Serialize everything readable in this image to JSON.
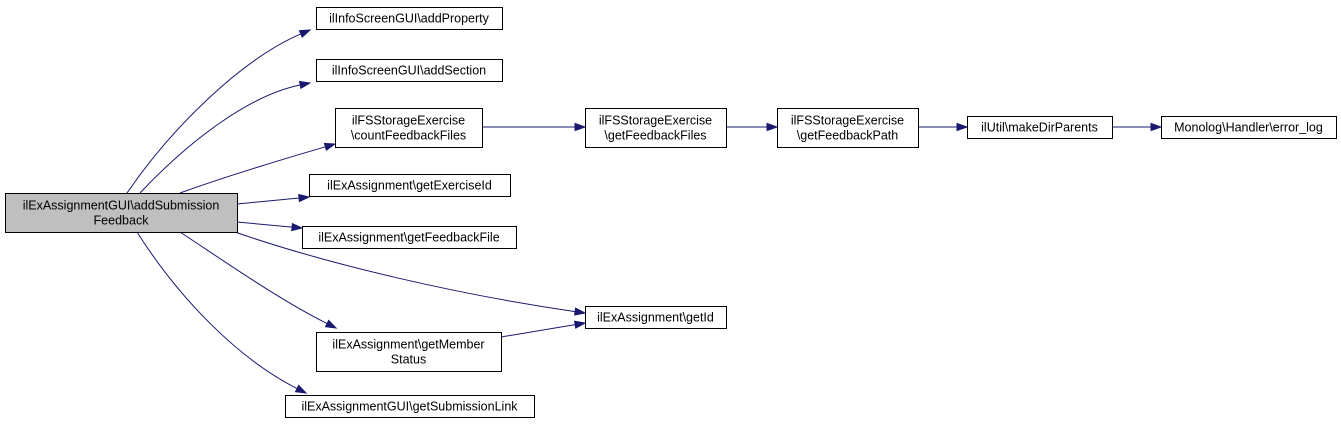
{
  "graph": {
    "root": "n0",
    "colors": {
      "edge": "#191970",
      "root_fill": "#bfbfbf",
      "node_fill": "#ffffff",
      "node_border": "#000000"
    },
    "nodes": [
      {
        "id": "n0",
        "lines": [
          "ilExAssignmentGUI\\addSubmission",
          "Feedback"
        ]
      },
      {
        "id": "n1",
        "lines": [
          "ilInfoScreenGUI\\addProperty"
        ]
      },
      {
        "id": "n2",
        "lines": [
          "ilInfoScreenGUI\\addSection"
        ]
      },
      {
        "id": "n3",
        "lines": [
          "ilFSStorageExercise",
          "\\countFeedbackFiles"
        ]
      },
      {
        "id": "n4",
        "lines": [
          "ilExAssignment\\getExerciseId"
        ]
      },
      {
        "id": "n5",
        "lines": [
          "ilExAssignment\\getFeedbackFile"
        ]
      },
      {
        "id": "n6",
        "lines": [
          "ilExAssignment\\getId"
        ]
      },
      {
        "id": "n7",
        "lines": [
          "ilExAssignment\\getMember",
          "Status"
        ]
      },
      {
        "id": "n8",
        "lines": [
          "ilExAssignmentGUI\\getSubmissionLink"
        ]
      },
      {
        "id": "n9",
        "lines": [
          "ilFSStorageExercise",
          "\\getFeedbackFiles"
        ]
      },
      {
        "id": "n10",
        "lines": [
          "ilFSStorageExercise",
          "\\getFeedbackPath"
        ]
      },
      {
        "id": "n11",
        "lines": [
          "ilUtil\\makeDirParents"
        ]
      },
      {
        "id": "n12",
        "lines": [
          "Monolog\\Handler\\error_log"
        ]
      }
    ],
    "edges": [
      {
        "from": "n0",
        "to": "n1"
      },
      {
        "from": "n0",
        "to": "n2"
      },
      {
        "from": "n0",
        "to": "n3"
      },
      {
        "from": "n0",
        "to": "n4"
      },
      {
        "from": "n0",
        "to": "n5"
      },
      {
        "from": "n0",
        "to": "n6"
      },
      {
        "from": "n0",
        "to": "n7"
      },
      {
        "from": "n0",
        "to": "n8"
      },
      {
        "from": "n3",
        "to": "n9"
      },
      {
        "from": "n9",
        "to": "n10"
      },
      {
        "from": "n10",
        "to": "n11"
      },
      {
        "from": "n11",
        "to": "n12"
      },
      {
        "from": "n7",
        "to": "n6"
      }
    ]
  }
}
